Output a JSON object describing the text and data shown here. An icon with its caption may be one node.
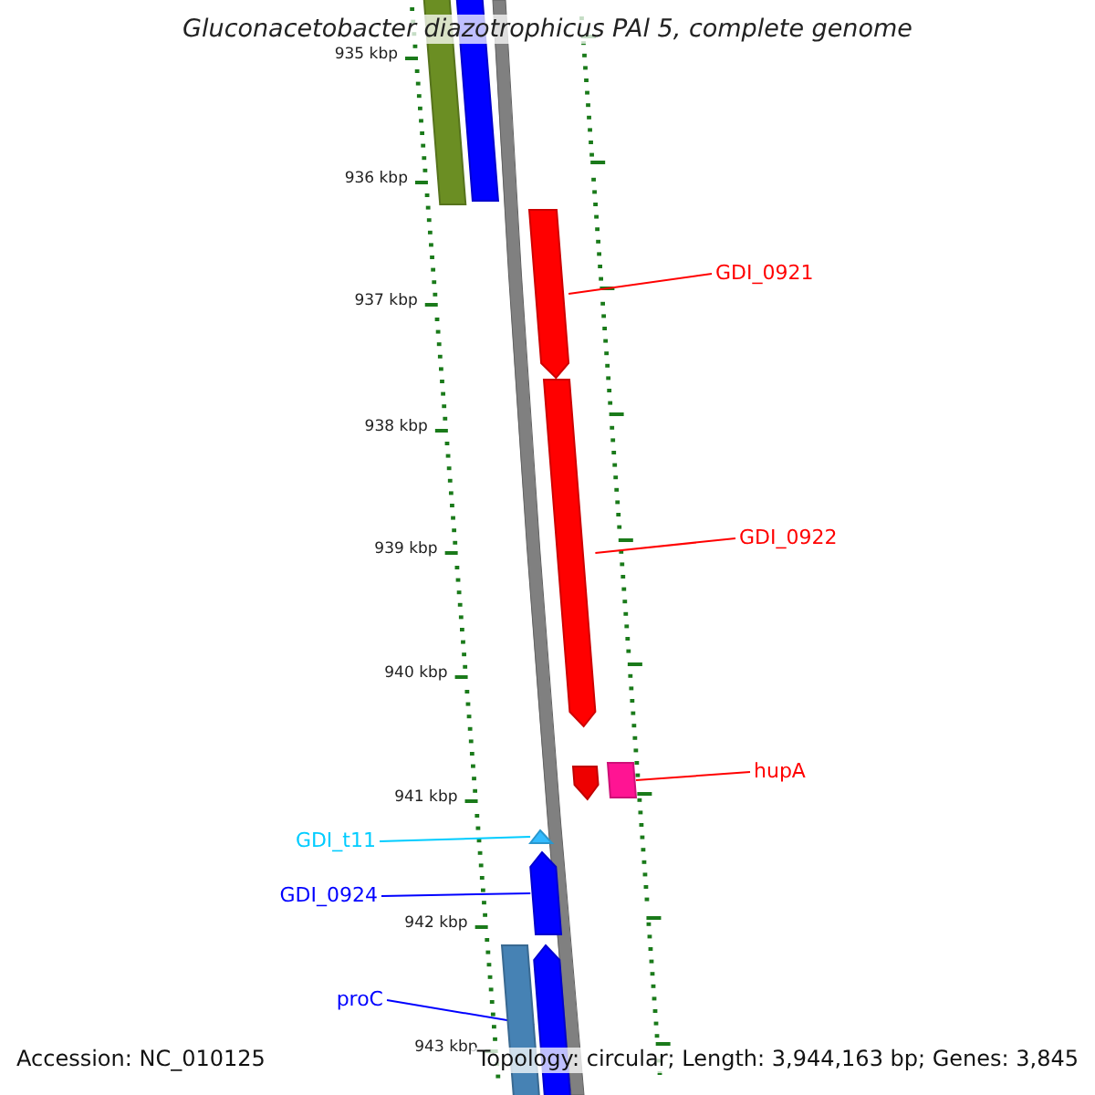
{
  "diagram": {
    "title": "Gluconacetobacter diazotrophicus PAl 5, complete genome",
    "nodes": [
      {
        "text": [
          "GDI_0921"
        ]
      },
      {
        "text": [
          "GDI_0922"
        ]
      },
      {
        "text": [
          "hupA"
        ]
      },
      {
        "text": [
          "GDI_t11"
        ]
      },
      {
        "text": [
          "GDI_0924"
        ]
      },
      {
        "text": [
          "proC"
        ]
      },
      {
        "text": [],
        "shape": "arrow"
      },
      {
        "text": [],
        "shape": "arrow"
      },
      {
        "text": [],
        "shape": "box"
      },
      {
        "text": [],
        "shape": "triangle"
      },
      {
        "text": [],
        "shape": "arrow"
      },
      {
        "text": [],
        "shape": "arrow"
      },
      {
        "text": [],
        "shape": "bar"
      },
      {
        "text": [],
        "shape": "bar"
      },
      {
        "text": [],
        "shape": "arrow"
      },
      {
        "text": [],
        "shape": "bar"
      }
    ],
    "edges": [
      {
        "from": 0,
        "to": 6,
        "arrow": "none"
      },
      {
        "from": 1,
        "to": 7,
        "arrow": "none"
      },
      {
        "from": 2,
        "to": 8,
        "arrow": "none"
      },
      {
        "from": 3,
        "to": 9,
        "arrow": "none",
        "color": "#00ccff"
      },
      {
        "from": 4,
        "to": 10,
        "arrow": "none",
        "color": "#0000ff"
      },
      {
        "from": 5,
        "to": 11,
        "arrow": "none",
        "color": "#0000ff"
      }
    ],
    "labels": [
      "935 kbp",
      "936 kbp",
      "937 kbp",
      "938 kbp",
      "939 kbp",
      "940 kbp",
      "941 kbp",
      "942 kbp",
      "943 kbp",
      "Accession: NC_010125",
      "Topology: circular; Length: 3,944,163 bp; Genes: 3,845"
    ]
  }
}
